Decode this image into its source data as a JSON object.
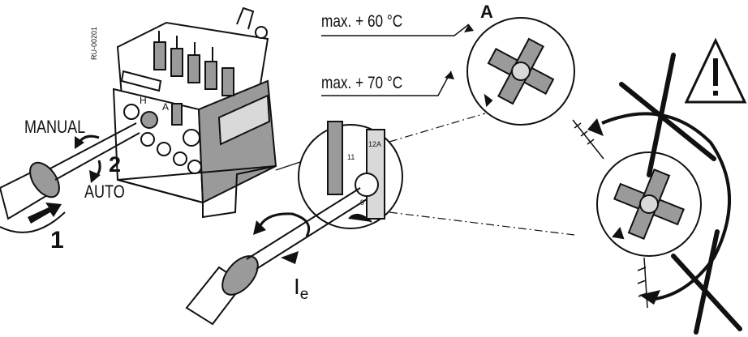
{
  "labels": {
    "max_60": "max. + 60 °C",
    "max_70": "max. + 70 °C",
    "marker_A": "A",
    "manual": "MANUAL",
    "auto": "AUTO",
    "step_1": "1",
    "step_2": "2",
    "current_setting_symbol": "I",
    "current_setting_subscript": "e",
    "part_code": "RU-00201",
    "device_letter_H": "H",
    "device_letter_A": "A",
    "dial_tick_11": "11",
    "dial_tick_12A": "12A",
    "dial_tick_9": "9"
  },
  "icons": {
    "warning": "warning-triangle-icon",
    "prohibited_cross": "cross-out-icon",
    "rotation_arrow": "rotate-arrow-icon",
    "push_arrow": "push-arrow-icon"
  },
  "colors": {
    "line": "#111111",
    "fill_gray": "#9a9a9a",
    "fill_light": "#d9d9d9",
    "background": "#ffffff"
  }
}
